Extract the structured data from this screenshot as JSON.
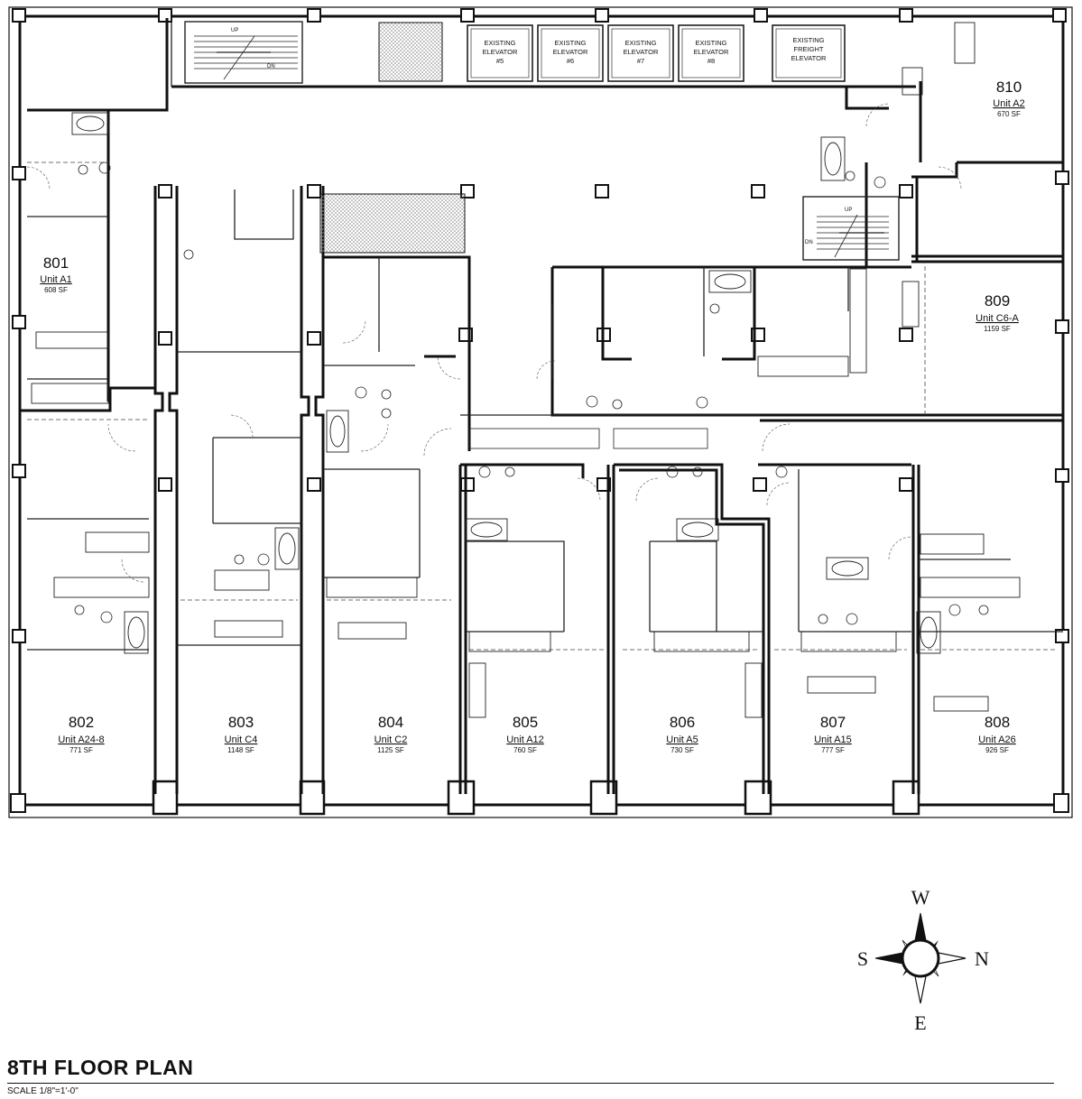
{
  "title": "8TH FLOOR PLAN",
  "scale": "SCALE 1/8\"=1'-0\"",
  "elevators": [
    {
      "line1": "EXISTING",
      "line2": "ELEVATOR",
      "line3": "#5"
    },
    {
      "line1": "EXISTING",
      "line2": "ELEVATOR",
      "line3": "#6"
    },
    {
      "line1": "EXISTING",
      "line2": "ELEVATOR",
      "line3": "#7"
    },
    {
      "line1": "EXISTING",
      "line2": "ELEVATOR",
      "line3": "#8"
    }
  ],
  "freight_elevator": {
    "line1": "EXISTING",
    "line2": "FREIGHT",
    "line3": "ELEVATOR"
  },
  "stair_labels": {
    "up": "UP",
    "down": "DN"
  },
  "units": [
    {
      "number": "801",
      "type": "Unit A1",
      "area": "608 SF"
    },
    {
      "number": "802",
      "type": "Unit A24-8",
      "area": "771 SF"
    },
    {
      "number": "803",
      "type": "Unit C4",
      "area": "1148 SF"
    },
    {
      "number": "804",
      "type": "Unit C2",
      "area": "1125 SF"
    },
    {
      "number": "805",
      "type": "Unit A12",
      "area": "760 SF"
    },
    {
      "number": "806",
      "type": "Unit A5",
      "area": "730 SF"
    },
    {
      "number": "807",
      "type": "Unit A15",
      "area": "777 SF"
    },
    {
      "number": "808",
      "type": "Unit A26",
      "area": "926 SF"
    },
    {
      "number": "809",
      "type": "Unit C6-A",
      "area": "1159 SF"
    },
    {
      "number": "810",
      "type": "Unit A2",
      "area": "670 SF"
    }
  ],
  "compass": {
    "top": "W",
    "bottom": "E",
    "left": "S",
    "right": "N"
  }
}
